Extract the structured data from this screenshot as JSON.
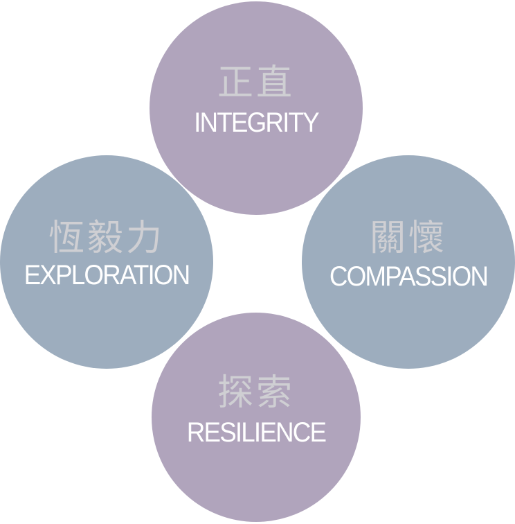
{
  "colors": {
    "purple": "#b0a4bc",
    "blue": "#9dadbe",
    "english_text": "#ffffff",
    "chinese_text": "#cfcfd3"
  },
  "circles": [
    {
      "chinese": "正直",
      "english": "INTEGRITY"
    },
    {
      "chinese": "恆毅力",
      "english": "EXPLORATION"
    },
    {
      "chinese": "關懷",
      "english": "COMPASSION"
    },
    {
      "chinese": "探索",
      "english": "RESILIENCE"
    }
  ]
}
